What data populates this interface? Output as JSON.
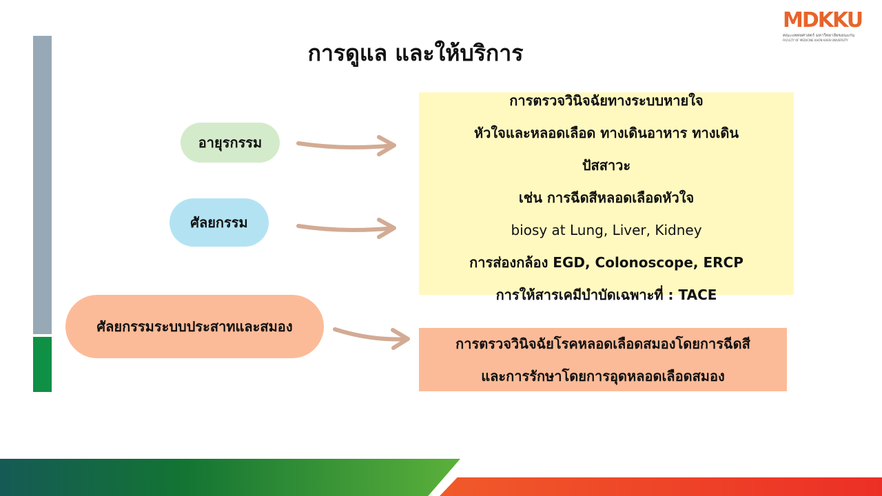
{
  "title": "การดูแล และให้บริการ",
  "logo": {
    "text": "MDKKU",
    "subtitle_th": "คณะแพทยศาสตร์ มหาวิทยาลัยขอนแก่น",
    "subtitle_en": "FACULTY OF MEDICINE KHON KAEN UNIVERSITY"
  },
  "departments": [
    {
      "label": "อายุรกรรม",
      "color": "#d4ebcb"
    },
    {
      "label": "ศัลยกรรม",
      "color": "#b3e3f3"
    },
    {
      "label": "ศัลยกรรมระบบประสาทและสมอง",
      "color": "#fcbb98"
    }
  ],
  "services_box": {
    "color": "#fff9c0",
    "lines": [
      "การตรวจวินิจฉัยทางระบบหายใจ",
      "หัวใจและหลอดเลือด ทางเดินอาหาร ทางเดิน",
      "ปัสสาวะ",
      "เช่น การฉีดสีหลอดเลือดหัวใจ",
      "biosy at Lung, Liver, Kidney",
      "การส่องกล้อง EGD, Colonoscope, ERCP",
      "การให้สารเคมีบำบัดเฉพาะที่ : TACE"
    ]
  },
  "neuro_box": {
    "color": "#fcbb98",
    "lines": [
      "การตรวจวินิจฉัยโรคหลอดเลือดสมองโดยการฉีดสี",
      "และการรักษาโดยการอุดหลอดเลือดสมอง"
    ]
  }
}
